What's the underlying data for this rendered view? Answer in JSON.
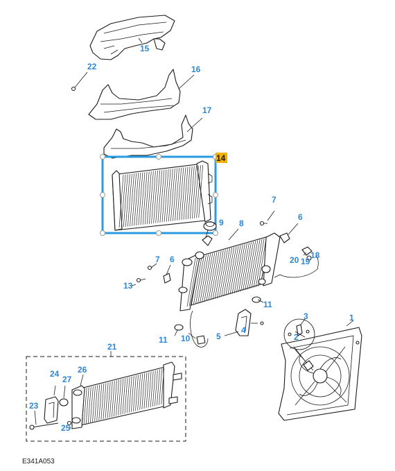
{
  "callouts": {
    "c1": "1",
    "c2": "2",
    "c3": "3",
    "c4": "4",
    "c5": "5",
    "c6a": "6",
    "c6b": "6",
    "c7a": "7",
    "c7b": "7",
    "c8": "8",
    "c9": "9",
    "c10": "10",
    "c11a": "11",
    "c11b": "11",
    "c13": "13",
    "c14": "14",
    "c15": "15",
    "c16": "16",
    "c17": "17",
    "c18": "18",
    "c19": "19",
    "c20": "20",
    "c21": "21",
    "c22": "22",
    "c23": "23",
    "c24": "24",
    "c25": "25",
    "c26": "26",
    "c27": "27"
  },
  "selected_part": "14",
  "drawing_code": "E341A053",
  "colors": {
    "callout": "#2b88d8",
    "selection": "#2b9be0",
    "highlight_badge": "#f2b000"
  }
}
